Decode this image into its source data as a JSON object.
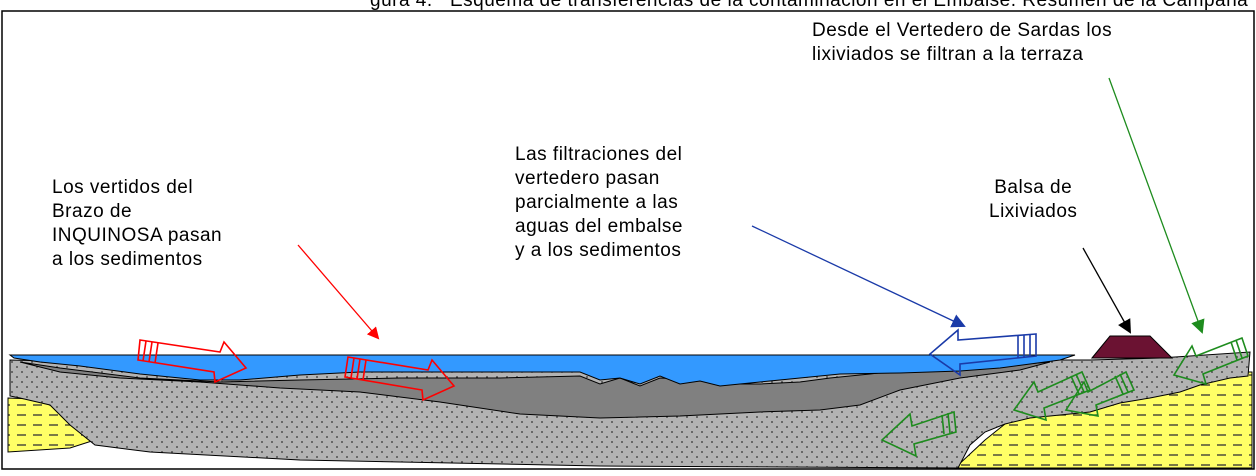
{
  "diagram": {
    "title_fragment": "gura 4.   Esquema de transferencias de la contaminación en el Embalse. Resumen de la Campaña",
    "labels": {
      "sardas": "Desde el Vertedero de Sardas los\nlixiviados se filtran a la terraza",
      "inquinosa": "Los vertidos del\nBrazo de\nINQUINOSA pasan\na los sedimentos",
      "filtraciones": "Las filtraciones del\nvertedero pasan\nparcialmente a las\naguas del embalse\ny a los sedimentos",
      "balsa": "Balsa de\nLixiviados"
    },
    "colors": {
      "water": "#3399ff",
      "sediment_dark": "#808080",
      "terrace_stipple": "#b3b3b3",
      "clay_yellow": "#ffff66",
      "balsa": "#6b1232",
      "red_arrow": "#ff0000",
      "blue_arrow": "#1a3aa8",
      "green_arrow": "#1e8c1e",
      "black_arrow": "#000000"
    }
  }
}
